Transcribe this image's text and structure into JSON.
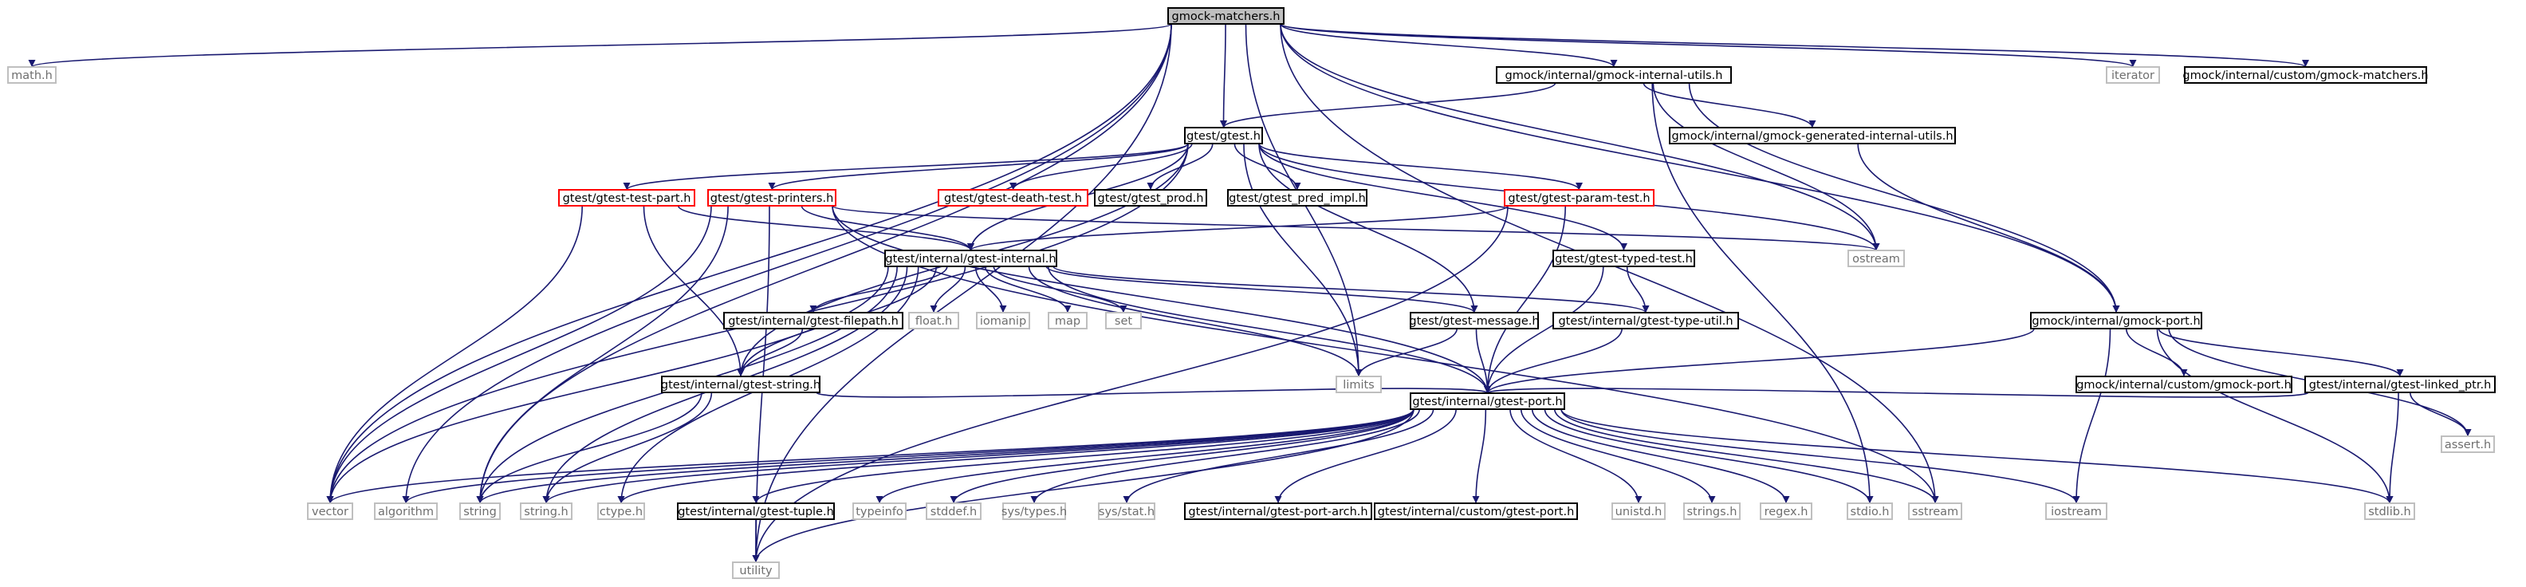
{
  "colors": {
    "edge": "#191970",
    "root_fill": "#bfbfbf",
    "node_border": "#000000",
    "external_border": "#bfbfbf",
    "truncated_border": "#ff0000",
    "text": "#000000",
    "external_text": "#6e6e6e"
  },
  "nodes": [
    {
      "id": "gmock_matchers",
      "label": "gmock-matchers.h",
      "kind": "root"
    },
    {
      "id": "math_h",
      "label": "math.h",
      "kind": "external"
    },
    {
      "id": "gmock_internal_utils",
      "label": "gmock/internal/gmock-internal-utils.h",
      "kind": "normal"
    },
    {
      "id": "iterator",
      "label": "iterator",
      "kind": "external"
    },
    {
      "id": "custom_matchers",
      "label": "gmock/internal/custom/gmock-matchers.h",
      "kind": "normal"
    },
    {
      "id": "gtest_h",
      "label": "gtest/gtest.h",
      "kind": "normal"
    },
    {
      "id": "gmock_generated_utils",
      "label": "gmock/internal/gmock-generated-internal-utils.h",
      "kind": "normal"
    },
    {
      "id": "gtest_test_part",
      "label": "gtest/gtest-test-part.h",
      "kind": "truncated"
    },
    {
      "id": "gtest_printers",
      "label": "gtest/gtest-printers.h",
      "kind": "truncated"
    },
    {
      "id": "gtest_death_test",
      "label": "gtest/gtest-death-test.h",
      "kind": "truncated"
    },
    {
      "id": "gtest_prod",
      "label": "gtest/gtest_prod.h",
      "kind": "normal"
    },
    {
      "id": "gtest_pred_impl",
      "label": "gtest/gtest_pred_impl.h",
      "kind": "normal"
    },
    {
      "id": "gtest_param_test",
      "label": "gtest/gtest-param-test.h",
      "kind": "truncated"
    },
    {
      "id": "ostream",
      "label": "ostream",
      "kind": "external"
    },
    {
      "id": "gtest_internal",
      "label": "gtest/internal/gtest-internal.h",
      "kind": "normal"
    },
    {
      "id": "gtest_typed_test",
      "label": "gtest/gtest-typed-test.h",
      "kind": "normal"
    },
    {
      "id": "gtest_filepath",
      "label": "gtest/internal/gtest-filepath.h",
      "kind": "normal"
    },
    {
      "id": "float_h",
      "label": "float.h",
      "kind": "external"
    },
    {
      "id": "iomanip",
      "label": "iomanip",
      "kind": "external"
    },
    {
      "id": "map",
      "label": "map",
      "kind": "external"
    },
    {
      "id": "set",
      "label": "set",
      "kind": "external"
    },
    {
      "id": "gtest_message",
      "label": "gtest/gtest-message.h",
      "kind": "normal"
    },
    {
      "id": "gtest_type_util",
      "label": "gtest/internal/gtest-type-util.h",
      "kind": "normal"
    },
    {
      "id": "gmock_port",
      "label": "gmock/internal/gmock-port.h",
      "kind": "normal"
    },
    {
      "id": "gtest_string",
      "label": "gtest/internal/gtest-string.h",
      "kind": "normal"
    },
    {
      "id": "limits",
      "label": "limits",
      "kind": "external"
    },
    {
      "id": "custom_gmock_port",
      "label": "gmock/internal/custom/gmock-port.h",
      "kind": "normal"
    },
    {
      "id": "gtest_linked_ptr",
      "label": "gtest/internal/gtest-linked_ptr.h",
      "kind": "normal"
    },
    {
      "id": "gtest_port",
      "label": "gtest/internal/gtest-port.h",
      "kind": "normal"
    },
    {
      "id": "assert_h",
      "label": "assert.h",
      "kind": "external"
    },
    {
      "id": "vector",
      "label": "vector",
      "kind": "external"
    },
    {
      "id": "algorithm",
      "label": "algorithm",
      "kind": "external"
    },
    {
      "id": "string",
      "label": "string",
      "kind": "external"
    },
    {
      "id": "string_h",
      "label": "string.h",
      "kind": "external"
    },
    {
      "id": "ctype_h",
      "label": "ctype.h",
      "kind": "external"
    },
    {
      "id": "gtest_tuple",
      "label": "gtest/internal/gtest-tuple.h",
      "kind": "normal"
    },
    {
      "id": "typeinfo",
      "label": "typeinfo",
      "kind": "external"
    },
    {
      "id": "stddef_h",
      "label": "stddef.h",
      "kind": "external"
    },
    {
      "id": "sys_types",
      "label": "sys/types.h",
      "kind": "external"
    },
    {
      "id": "sys_stat",
      "label": "sys/stat.h",
      "kind": "external"
    },
    {
      "id": "gtest_port_arch",
      "label": "gtest/internal/gtest-port-arch.h",
      "kind": "normal"
    },
    {
      "id": "custom_gtest_port",
      "label": "gtest/internal/custom/gtest-port.h",
      "kind": "normal"
    },
    {
      "id": "unistd_h",
      "label": "unistd.h",
      "kind": "external"
    },
    {
      "id": "strings_h",
      "label": "strings.h",
      "kind": "external"
    },
    {
      "id": "regex_h",
      "label": "regex.h",
      "kind": "external"
    },
    {
      "id": "stdio_h",
      "label": "stdio.h",
      "kind": "external"
    },
    {
      "id": "sstream",
      "label": "sstream",
      "kind": "external"
    },
    {
      "id": "iostream",
      "label": "iostream",
      "kind": "external"
    },
    {
      "id": "stdlib_h",
      "label": "stdlib.h",
      "kind": "external"
    },
    {
      "id": "utility",
      "label": "utility",
      "kind": "external"
    }
  ],
  "edges": [
    [
      "gmock_matchers",
      "math_h"
    ],
    [
      "gmock_matchers",
      "gmock_internal_utils"
    ],
    [
      "gmock_matchers",
      "iterator"
    ],
    [
      "gmock_matchers",
      "custom_matchers"
    ],
    [
      "gmock_matchers",
      "gtest_h"
    ],
    [
      "gmock_matchers",
      "ostream"
    ],
    [
      "gmock_matchers",
      "gmock_port"
    ],
    [
      "gmock_matchers",
      "sstream"
    ],
    [
      "gmock_matchers",
      "limits"
    ],
    [
      "gmock_matchers",
      "string"
    ],
    [
      "gmock_matchers",
      "algorithm"
    ],
    [
      "gmock_matchers",
      "vector"
    ],
    [
      "gmock_matchers",
      "utility"
    ],
    [
      "gmock_internal_utils",
      "gtest_h"
    ],
    [
      "gmock_internal_utils",
      "gmock_generated_utils"
    ],
    [
      "gmock_internal_utils",
      "gmock_port"
    ],
    [
      "gmock_internal_utils",
      "ostream"
    ],
    [
      "gmock_internal_utils",
      "stdio_h"
    ],
    [
      "gmock_generated_utils",
      "gmock_port"
    ],
    [
      "gtest_h",
      "gtest_test_part"
    ],
    [
      "gtest_h",
      "gtest_printers"
    ],
    [
      "gtest_h",
      "gtest_death_test"
    ],
    [
      "gtest_h",
      "gtest_prod"
    ],
    [
      "gtest_h",
      "gtest_pred_impl"
    ],
    [
      "gtest_h",
      "gtest_param_test"
    ],
    [
      "gtest_h",
      "gtest_typed_test"
    ],
    [
      "gtest_h",
      "gtest_internal"
    ],
    [
      "gtest_h",
      "gtest_message"
    ],
    [
      "gtest_h",
      "gtest_string"
    ],
    [
      "gtest_h",
      "limits"
    ],
    [
      "gtest_h",
      "ostream"
    ],
    [
      "gtest_h",
      "vector"
    ],
    [
      "gtest_test_part",
      "gtest_internal"
    ],
    [
      "gtest_test_part",
      "gtest_string"
    ],
    [
      "gtest_test_part",
      "vector"
    ],
    [
      "gtest_printers",
      "gtest_internal"
    ],
    [
      "gtest_printers",
      "gtest_port"
    ],
    [
      "gtest_printers",
      "ostream"
    ],
    [
      "gtest_printers",
      "sstream"
    ],
    [
      "gtest_printers",
      "string"
    ],
    [
      "gtest_printers",
      "utility"
    ],
    [
      "gtest_printers",
      "vector"
    ],
    [
      "gtest_param_test",
      "gtest_internal"
    ],
    [
      "gtest_param_test",
      "gtest_port"
    ],
    [
      "gtest_param_test",
      "utility"
    ],
    [
      "gtest_typed_test",
      "gtest_type_util"
    ],
    [
      "gtest_typed_test",
      "gtest_port"
    ],
    [
      "gtest_internal",
      "gtest_filepath"
    ],
    [
      "gtest_internal",
      "gtest_string"
    ],
    [
      "gtest_internal",
      "float_h"
    ],
    [
      "gtest_internal",
      "iomanip"
    ],
    [
      "gtest_internal",
      "map"
    ],
    [
      "gtest_internal",
      "set"
    ],
    [
      "gtest_internal",
      "gtest_message"
    ],
    [
      "gtest_internal",
      "gtest_type_util"
    ],
    [
      "gtest_internal",
      "limits"
    ],
    [
      "gtest_internal",
      "gtest_port"
    ],
    [
      "gtest_internal",
      "string_h"
    ],
    [
      "gtest_internal",
      "string"
    ],
    [
      "gtest_internal",
      "vector"
    ],
    [
      "gtest_internal",
      "ctype_h"
    ],
    [
      "gtest_filepath",
      "gtest_string"
    ],
    [
      "gtest_message",
      "limits"
    ],
    [
      "gtest_message",
      "gtest_port"
    ],
    [
      "gtest_type_util",
      "gtest_port"
    ],
    [
      "gtest_string",
      "gtest_port"
    ],
    [
      "gtest_string",
      "string_h"
    ],
    [
      "gtest_string",
      "string"
    ],
    [
      "gmock_port",
      "gtest_port"
    ],
    [
      "gmock_port",
      "custom_gmock_port"
    ],
    [
      "gmock_port",
      "gtest_linked_ptr"
    ],
    [
      "gmock_port",
      "iostream"
    ],
    [
      "gmock_port",
      "assert_h"
    ],
    [
      "gmock_port",
      "stdlib_h"
    ],
    [
      "gtest_linked_ptr",
      "gtest_port"
    ],
    [
      "gtest_linked_ptr",
      "assert_h"
    ],
    [
      "gtest_linked_ptr",
      "stdlib_h"
    ],
    [
      "gtest_port",
      "vector"
    ],
    [
      "gtest_port",
      "algorithm"
    ],
    [
      "gtest_port",
      "string"
    ],
    [
      "gtest_port",
      "string_h"
    ],
    [
      "gtest_port",
      "ctype_h"
    ],
    [
      "gtest_port",
      "gtest_tuple"
    ],
    [
      "gtest_port",
      "typeinfo"
    ],
    [
      "gtest_port",
      "stddef_h"
    ],
    [
      "gtest_port",
      "sys_types"
    ],
    [
      "gtest_port",
      "sys_stat"
    ],
    [
      "gtest_port",
      "gtest_port_arch"
    ],
    [
      "gtest_port",
      "custom_gtest_port"
    ],
    [
      "gtest_port",
      "unistd_h"
    ],
    [
      "gtest_port",
      "strings_h"
    ],
    [
      "gtest_port",
      "regex_h"
    ],
    [
      "gtest_port",
      "stdio_h"
    ],
    [
      "gtest_port",
      "sstream"
    ],
    [
      "gtest_port",
      "iostream"
    ],
    [
      "gtest_port",
      "stdlib_h"
    ],
    [
      "gtest_port",
      "utility"
    ],
    [
      "gtest_tuple",
      "utility"
    ]
  ]
}
